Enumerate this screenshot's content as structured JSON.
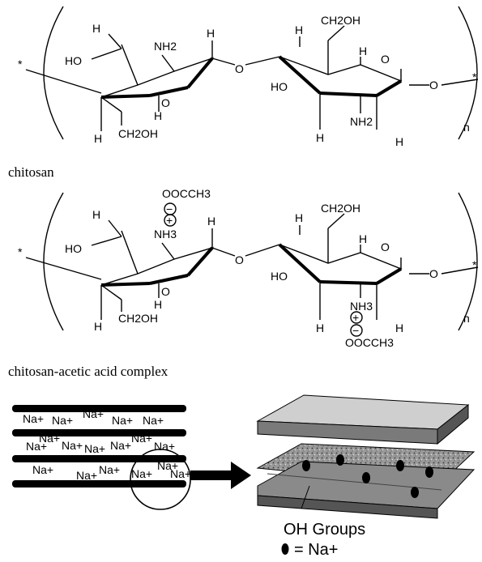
{
  "captions": {
    "chitosan": "chitosan",
    "complex": "chitosan-acetic acid complex"
  },
  "atoms": {
    "star": "*",
    "n": "n",
    "H": "H",
    "O": "O",
    "HO": "HO",
    "NH2": "NH2",
    "NH3": "NH3",
    "CH2OH": "CH2OH",
    "OOCCH3": "OOCCH3",
    "plus": "+",
    "minus": "−"
  },
  "layered": {
    "ion": "Na+",
    "rows": [
      [
        "Na+",
        "Na+",
        "Na+",
        "Na+",
        "Na+"
      ],
      [
        "Na+",
        "Na+",
        "Na+",
        "Na+",
        "Na+",
        "Na+",
        "Na+"
      ],
      [
        "Na+",
        "Na+",
        "Na+",
        "Na+",
        "Na+",
        "Na+"
      ]
    ]
  },
  "legend": {
    "oh_groups": "OH Groups",
    "dot_equals": "= Na+"
  }
}
